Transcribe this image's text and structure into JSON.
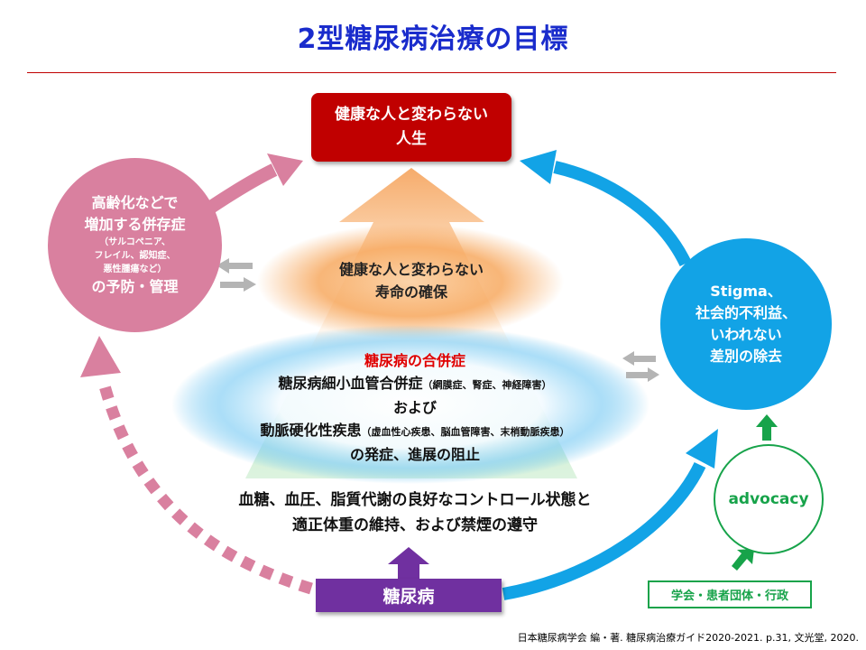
{
  "title": "2型糖尿病治療の目標",
  "goal": {
    "line1": "健康な人と変わらない",
    "line2": "人生"
  },
  "lifespan": {
    "line1": "健康な人と変わらない",
    "line2": "寿命の確保"
  },
  "complications": {
    "heading": "糖尿病の合併症",
    "micro": "糖尿病細小血管合併症",
    "micro_note": "（網膜症、腎症、神経障害）",
    "and": "および",
    "macro": "動脈硬化性疾患",
    "macro_note": "（虚血性心疾患、脳血管障害、末梢動脈疾患）",
    "prevent": "の発症、進展の阻止"
  },
  "control": {
    "line1": "血糖、血圧、脂質代謝の良好なコントロール状態と",
    "line2": "適正体重の維持、および禁煙の遵守"
  },
  "diabetes": "糖尿病",
  "comorbidities": {
    "line1": "高齢化などで",
    "line2": "増加する併存症",
    "note1": "（サルコペニア、",
    "note2": "フレイル、認知症、",
    "note3": "悪性腫瘍など）",
    "line3": "の予防・管理"
  },
  "stigma": {
    "line1": "Stigma、",
    "line2": "社会的不利益、",
    "line3": "いわれない",
    "line4": "差別の除去"
  },
  "advocacy": "advocacy",
  "stakeholders": "学会・患者団体・行政",
  "citation": "日本糖尿病学会  編・著. 糖尿病治療ガイド2020-2021. p.31, 文光堂, 2020.",
  "colors": {
    "title": "#1a2ccc",
    "goal": "#c00000",
    "diabetes": "#7030a0",
    "comorbidities": "#d9809f",
    "stigma": "#12a3e6",
    "advocacy": "#17a34a",
    "complication_heading": "#e00000",
    "exchange_arrows": "#b4b4b4"
  }
}
